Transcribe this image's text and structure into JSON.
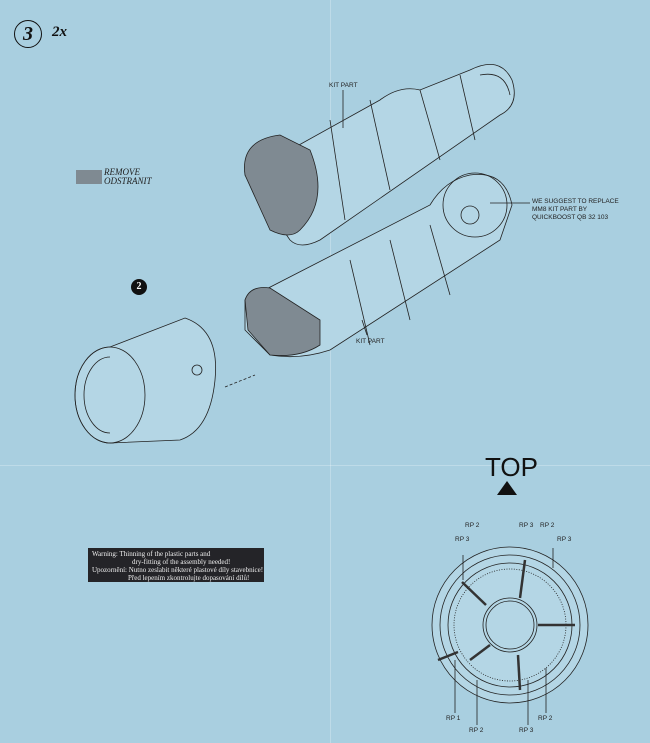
{
  "step": {
    "number": "3",
    "quantity": "2x"
  },
  "callouts": {
    "kit_part_top": "KIT PART",
    "kit_part_bottom": "KIT PART",
    "replace_lines": [
      "WE SUGGEST TO REPLACE",
      "MM8 KIT PART BY",
      "QUICKBOOST QB 32 103"
    ]
  },
  "legend": {
    "remove_lines": [
      "REMOVE",
      "ODSTRANIT"
    ],
    "remove_color": "#7f8a92"
  },
  "sub_step_badge": "2",
  "warning": {
    "lines": [
      "Warning: Thinning of the plastic parts and",
      "dry-fitting of the assembly needed!",
      "Upozornění: Nutno zeslabit některé plastové díly stavebnice!",
      "Před lepením zkontrolujte dopasování dílů!"
    ]
  },
  "orientation": {
    "label": "TOP"
  },
  "rp_labels": {
    "top_left_rp2": "RP 2",
    "left_rp3": "RP 3",
    "top_rp3": "RP 3",
    "top_rp2": "RP 2",
    "right_rp3": "RP 3",
    "bottom_rp1": "RP 1",
    "bottom_rp2_left": "RP 2",
    "bottom_rp3": "RP 3",
    "bottom_rp2_right": "RP 2"
  },
  "colors": {
    "paper": "#a9cfe0",
    "ink": "#222222",
    "removed_part": "#7f8a92"
  }
}
